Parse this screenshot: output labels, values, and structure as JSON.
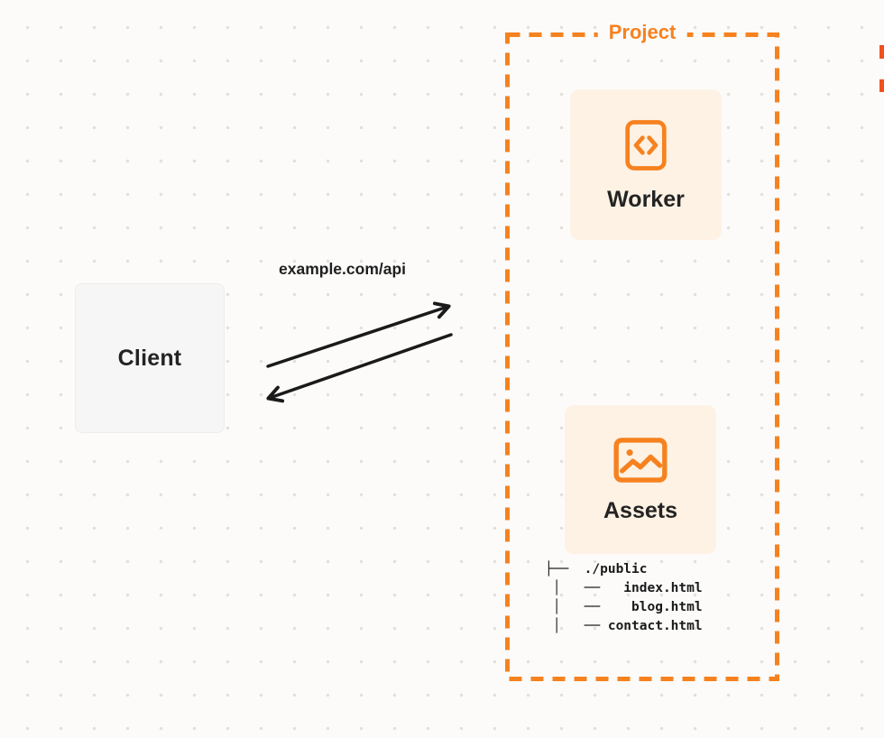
{
  "colors": {
    "accent_orange": "#F6821F",
    "node_fill": "#FDF2E4",
    "client_fill": "#F6F6F6",
    "arrow": "#1A1A1A",
    "text": "#232323",
    "background": "#FCFBFA",
    "grid_dot": "#E3DFDA"
  },
  "diagram": {
    "client": {
      "label": "Client"
    },
    "route_label": "example.com/api",
    "arrows": [
      {
        "name": "request-arrow",
        "direction": "client-to-project"
      },
      {
        "name": "response-arrow",
        "direction": "project-to-client"
      }
    ],
    "project": {
      "label": "Project",
      "worker": {
        "label": "Worker",
        "icon": "code-brackets-icon"
      },
      "assets": {
        "label": "Assets",
        "icon": "image-icon",
        "tree": [
          "├──  ./public",
          " │   ──   index.html",
          " │   ──    blog.html",
          " │   ── contact.html"
        ]
      }
    }
  }
}
